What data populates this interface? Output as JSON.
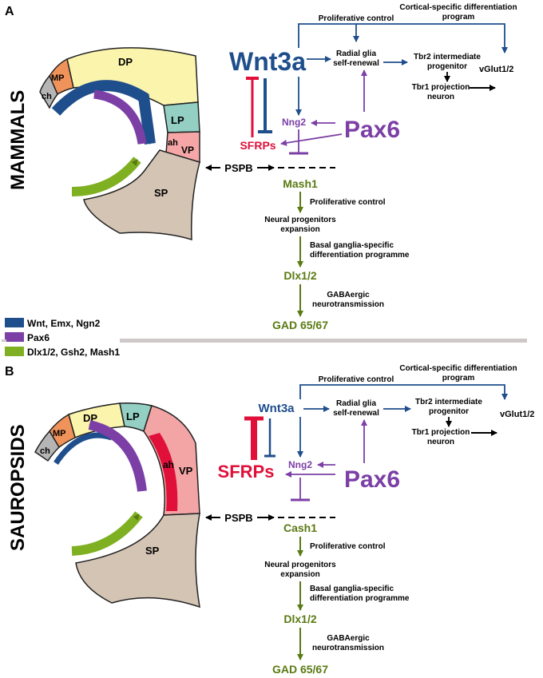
{
  "colors": {
    "blue": "#1f4e8c",
    "purple": "#7b3fa6",
    "green": "#7fb022",
    "olive": "#5a7a12",
    "red": "#e0103a",
    "dp": "#fbf4ac",
    "mp": "#f0935a",
    "lp": "#94cfc3",
    "vp_a": "#f6a6a6",
    "vp_b": "#f3a4a4",
    "sp": "#d3c4b4",
    "ch": "#b5b5b5"
  },
  "panelA": {
    "letter": "A",
    "side_title": "MAMMALS",
    "regions": {
      "dp": "DP",
      "mp": "MP",
      "ch": "ch",
      "lp": "LP",
      "ah": "ah",
      "vp": "VP",
      "sp": "SP"
    },
    "wnt": "Wnt3a",
    "pax6": "Pax6",
    "nng2": "Nng2",
    "sfrps": "SFRPs",
    "pspb": "PSPB",
    "mash": "Mash1",
    "top_control": "Proliferative control",
    "cortical_program": [
      "Cortical-specific differentiation",
      "program"
    ],
    "radial_glia": [
      "Radial glia",
      "self-renewal"
    ],
    "tbr2": [
      "Tbr2 intermediate",
      "progenitor"
    ],
    "vglut": "vGlut1/2",
    "tbr1": [
      "Tbr1 projection",
      "neuron"
    ],
    "prolif": "Proliferative control",
    "neural_prog": [
      "Neural progenitors",
      "expansion"
    ],
    "basal": [
      "Basal ganglia-specific",
      "differentiation programme"
    ],
    "dlx": "Dlx1/2",
    "gaba": [
      "GABAergic",
      "neurotransmission"
    ],
    "gad": "GAD 65/67"
  },
  "legend": [
    {
      "label": "Wnt, Emx, Ngn2",
      "color": "#1f4e8c"
    },
    {
      "label": "Pax6",
      "color": "#7b3fa6"
    },
    {
      "label": "Dlx1/2, Gsh2, Mash1",
      "color": "#7fb022"
    }
  ],
  "panelB": {
    "letter": "B",
    "side_title": "SAUROPSIDS",
    "regions": {
      "dp": "DP",
      "mp": "MP",
      "ch": "ch",
      "lp": "LP",
      "ah": "ah",
      "vp": "VP",
      "sp": "SP"
    },
    "wnt": "Wnt3a",
    "pax6": "Pax6",
    "nng2": "Nng2",
    "sfrps": "SFRPs",
    "pspb": "PSPB",
    "mash": "Cash1",
    "top_control": "Proliferative control",
    "cortical_program": [
      "Cortical-specific differentiation",
      "program"
    ],
    "radial_glia": [
      "Radial glia",
      "self-renewal"
    ],
    "tbr2": [
      "Tbr2 intermediate",
      "progenitor"
    ],
    "vglut": "vGlut1/2",
    "tbr1": [
      "Tbr1 projection",
      "neuron"
    ],
    "prolif": "Proliferative control",
    "neural_prog": [
      "Neural progenitors",
      "expansion"
    ],
    "basal": [
      "Basal ganglia-specific",
      "differentiation programme"
    ],
    "dlx": "Dlx1/2",
    "gaba": [
      "GABAergic",
      "neurotransmission"
    ],
    "gad": "GAD 65/67"
  }
}
